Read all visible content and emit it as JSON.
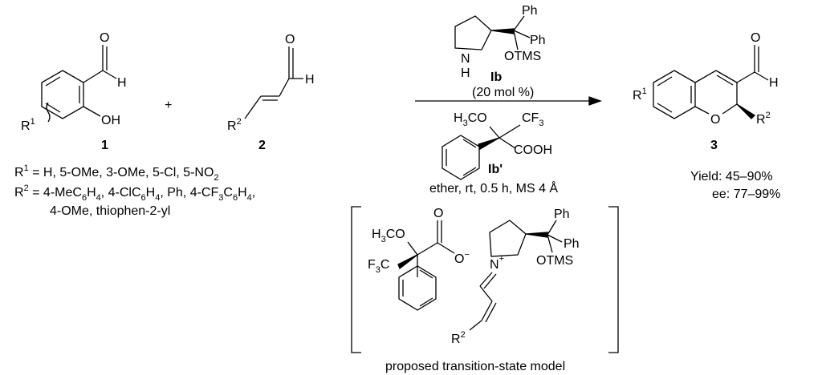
{
  "compound1": {
    "label": "1",
    "O": "O",
    "H": "H",
    "OH": "OH",
    "R": "R",
    "R_sup": "1"
  },
  "plus": "+",
  "compound2": {
    "label": "2",
    "O": "O",
    "H": "H",
    "R": "R",
    "R_sup": "2"
  },
  "catalyst": {
    "label": "Ib",
    "N": "N",
    "NH": "H",
    "Ph1": "Ph",
    "Ph2": "Ph",
    "OTMS": "OTMS",
    "loading": "(20 mol %)"
  },
  "additive": {
    "label": "Ib'",
    "H3CO": [
      "H",
      "3",
      "CO"
    ],
    "CF3": [
      "CF",
      "3"
    ],
    "COOH": "COOH"
  },
  "conditions": "ether, rt, 0.5 h, MS 4 Å",
  "compound3": {
    "label": "3",
    "O_ald": "O",
    "H": "H",
    "O_ring": "O",
    "R1": [
      "R",
      "1"
    ],
    "R2": [
      "R",
      "2"
    ]
  },
  "substituents": {
    "r1": [
      "R",
      "1",
      " = H, 5-OMe, 3-OMe, 5-Cl, 5-NO",
      "2"
    ],
    "r2": [
      "R",
      "2",
      " = 4-MeC",
      "6",
      "H",
      "4",
      ", 4-ClC",
      "6",
      "H",
      "4",
      ", Ph, 4-CF",
      "3",
      "C",
      "6",
      "H",
      "4",
      ","
    ],
    "r2_cont": "4-OMe, thiophen-2-yl"
  },
  "results": {
    "yield": "Yield: 45–90%",
    "ee": "ee: 77–99%"
  },
  "ts_model": {
    "H3CO": [
      "H",
      "3",
      "CO"
    ],
    "F3C": [
      "F",
      "3",
      "C"
    ],
    "O": "O",
    "O_minus": [
      "O",
      "−"
    ],
    "N_plus": [
      "N",
      "+"
    ],
    "Ph1": "Ph",
    "Ph2": "Ph",
    "OTMS": "OTMS",
    "R2": [
      "R",
      "2"
    ],
    "caption": "proposed transition-state model"
  }
}
